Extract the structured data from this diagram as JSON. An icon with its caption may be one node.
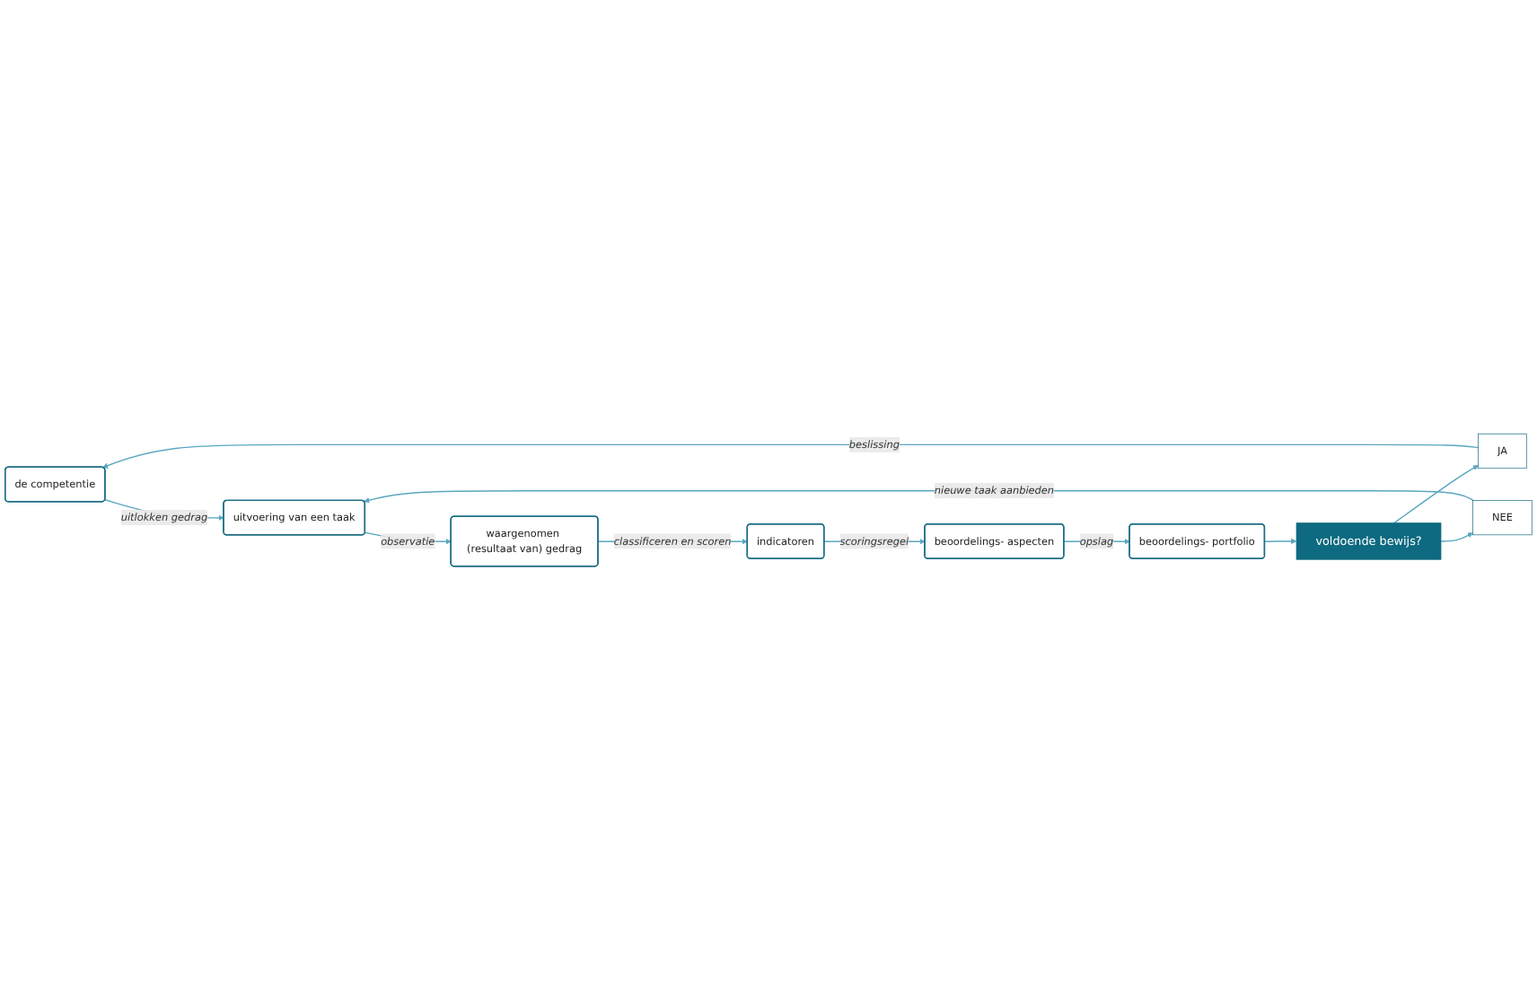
{
  "diagram": {
    "nodes": [
      {
        "text": [
          "de competentie"
        ]
      },
      {
        "text": [
          "uitvoering van een taak"
        ]
      },
      {
        "text": [
          "JA"
        ]
      },
      {
        "text": [
          "voldoende bewijs?"
        ]
      },
      {
        "text": [
          "NEE"
        ]
      },
      {
        "text": [
          "beoordelings- portfolio"
        ]
      },
      {
        "text": [
          "beoordelings- aspecten"
        ]
      },
      {
        "text": [
          "indicatoren"
        ]
      },
      {
        "text": [
          "waargenomen (resultaat van) gedrag"
        ]
      }
    ],
    "edges": [
      {
        "from": 0,
        "to": 1,
        "arrow": "to",
        "label": "uitlokken gedrag"
      },
      {
        "from": 1,
        "to": 8,
        "arrow": "to",
        "label": "observatie"
      },
      {
        "from": 8,
        "to": 7,
        "arrow": "to",
        "label": "classificeren en scoren"
      },
      {
        "from": 7,
        "to": 6,
        "arrow": "to",
        "label": "scoringsregel"
      },
      {
        "from": 6,
        "to": 5,
        "arrow": "to",
        "label": "opslag"
      },
      {
        "from": 5,
        "to": 3,
        "arrow": "to"
      },
      {
        "from": 3,
        "to": 2,
        "arrow": "to"
      },
      {
        "from": 2,
        "to": 0,
        "arrow": "to",
        "label": "beslissing"
      },
      {
        "from": 3,
        "to": 4,
        "arrow": "to"
      },
      {
        "from": 4,
        "to": 1,
        "arrow": "to",
        "label": "nieuwe taak aanbieden"
      }
    ]
  }
}
